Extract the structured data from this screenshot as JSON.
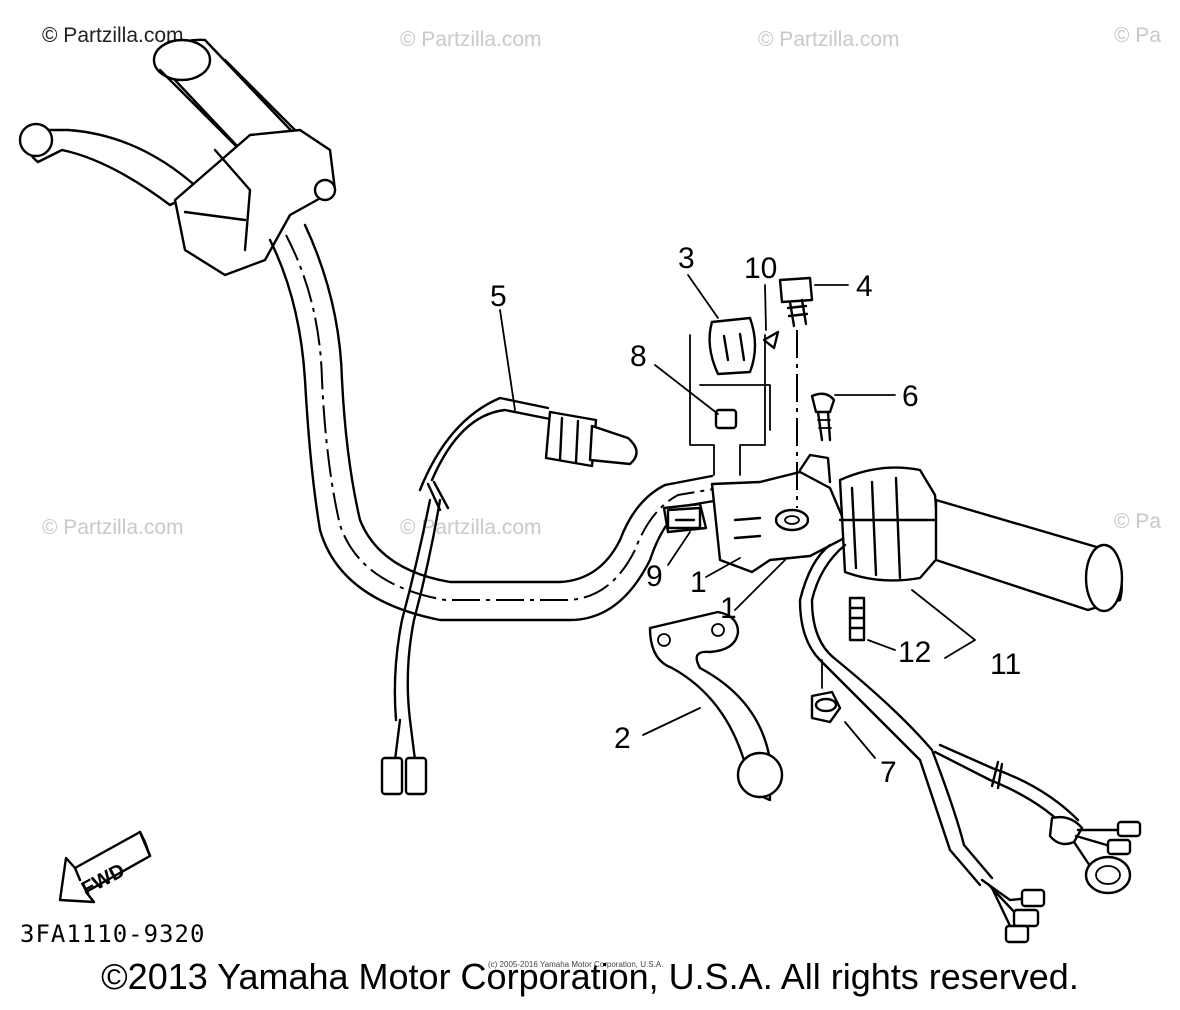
{
  "watermarks": [
    "© Partzilla.com",
    "© Partzilla.com",
    "© Partzilla.com",
    "© Pa",
    "© Partzilla.com",
    "© Partzilla.com",
    "© Pa"
  ],
  "callouts": {
    "c1": "1",
    "c1b": "1",
    "c2": "2",
    "c3": "3",
    "c4": "4",
    "c5": "5",
    "c6": "6",
    "c7": "7",
    "c8": "8",
    "c9": "9",
    "c10": "10",
    "c11": "11",
    "c12": "12"
  },
  "fwd_label": "FWD",
  "part_code": "3FA1110-9320",
  "tiny_copyright": "(c) 2005-2016 Yamaha Motor Corporation, U.S.A.",
  "footer": "©2013 Yamaha Motor Corporation, U.S.A. All rights reserved."
}
